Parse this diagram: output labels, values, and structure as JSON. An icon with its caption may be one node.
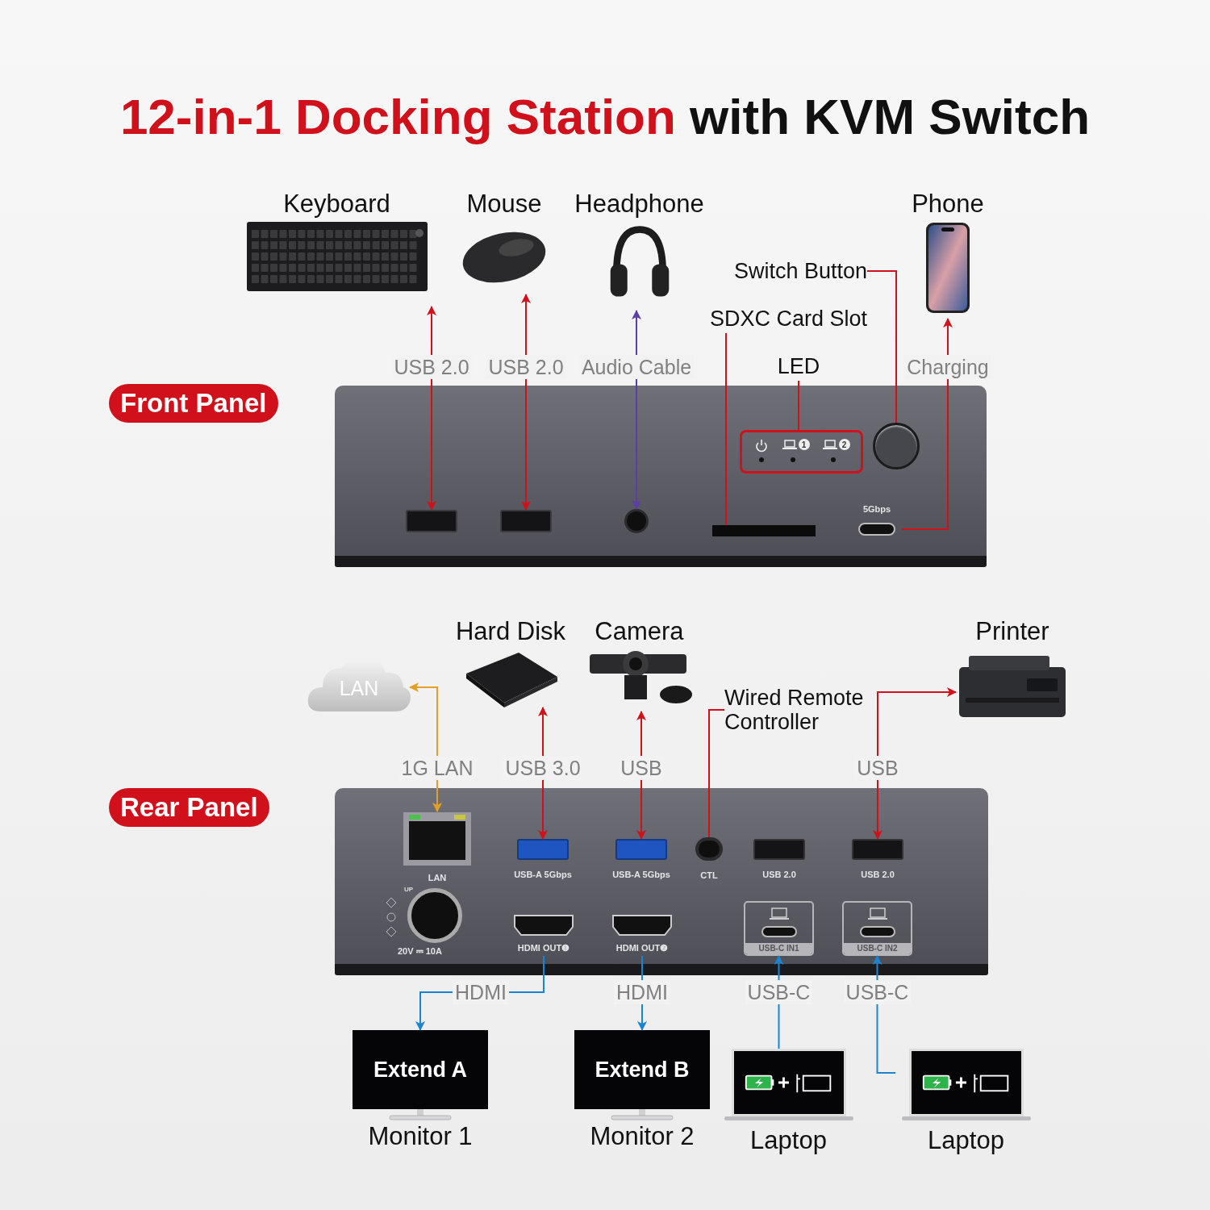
{
  "diagram": {
    "title": "**12-in-1 Docking Station** with KVM Switch",
    "nodes": [
      {
        "text": [],
        "shape": "box",
        "beside": [
          "Front Panel"
        ]
      },
      {
        "text": [
          "Keyboard"
        ]
      },
      {
        "text": [
          "Mouse"
        ]
      },
      {
        "text": [
          "Headphone"
        ]
      },
      {
        "text": [
          "Phone"
        ]
      },
      {
        "text": [
          "Switch Button"
        ]
      },
      {
        "text": [
          "SDXC Card Slot"
        ]
      },
      {
        "text": [
          "LED"
        ]
      },
      {
        "text": [],
        "shape": "box",
        "in": 0
      },
      {
        "text": [],
        "shape": "box",
        "in": 0
      },
      {
        "text": [],
        "shape": "circle",
        "in": 0
      },
      {
        "text": [],
        "shape": "bar",
        "in": 0
      },
      {
        "text": [
          "1",
          "2"
        ],
        "in": 0
      },
      {
        "text": [],
        "shape": "circle",
        "in": 0
      },
      {
        "text": [
          "5Gbps"
        ],
        "in": 0
      },
      {
        "text": [],
        "shape": "box",
        "beside": [
          "Rear Panel"
        ]
      },
      {
        "text": [
          "LAN"
        ]
      },
      {
        "text": [
          "Hard Disk"
        ]
      },
      {
        "text": [
          "Camera"
        ]
      },
      {
        "text": [
          "Wired Remote Controller"
        ]
      },
      {
        "text": [
          "Printer"
        ]
      },
      {
        "text": [
          "LAN"
        ],
        "in": 15
      },
      {
        "text": [
          "USB-A 5Gbps"
        ],
        "in": 15
      },
      {
        "text": [
          "USB-A 5Gbps"
        ],
        "in": 15
      },
      {
        "text": [
          "CTL"
        ],
        "in": 15
      },
      {
        "text": [
          "USB 2.0"
        ],
        "in": 15
      },
      {
        "text": [
          "USB 2.0"
        ],
        "in": 15
      },
      {
        "text": [
          "UP",
          "20V ⎓ 10A"
        ],
        "in": 15
      },
      {
        "text": [
          "HDMI OUT❶"
        ],
        "in": 15
      },
      {
        "text": [
          "HDMI OUT❷"
        ],
        "in": 15
      },
      {
        "text": [
          "USB-C IN1"
        ],
        "in": 15
      },
      {
        "text": [
          "USB-C IN2"
        ],
        "in": 15
      },
      {
        "text": [
          "Extend A",
          "Monitor 1"
        ]
      },
      {
        "text": [
          "Extend B",
          "Monitor 2"
        ]
      },
      {
        "text": [
          "Laptop"
        ]
      },
      {
        "text": [
          "Laptop"
        ]
      }
    ],
    "edges": [
      {
        "from": 1,
        "to": 8,
        "arrow": "both",
        "label": "USB 2.0"
      },
      {
        "from": 2,
        "to": 9,
        "arrow": "both",
        "label": "USB 2.0"
      },
      {
        "from": 3,
        "to": 10,
        "arrow": "both",
        "label": "Audio Cable",
        "color": "#5b3fa6"
      },
      {
        "from": 14,
        "to": 4,
        "arrow": "to",
        "label": "Charging"
      },
      {
        "from": 5,
        "to": 13,
        "arrow": "none"
      },
      {
        "from": 6,
        "to": 11,
        "arrow": "none"
      },
      {
        "from": 7,
        "to": 12,
        "arrow": "none"
      },
      {
        "from": 16,
        "to": 21,
        "arrow": "both",
        "label": "1G LAN",
        "color": "#e3a024"
      },
      {
        "from": 17,
        "to": 22,
        "arrow": "both",
        "label": "USB 3.0"
      },
      {
        "from": 18,
        "to": 23,
        "arrow": "both",
        "label": "USB"
      },
      {
        "from": 19,
        "to": 24,
        "arrow": "none"
      },
      {
        "from": 20,
        "to": 26,
        "arrow": "both",
        "label": "USB"
      },
      {
        "from": 28,
        "to": 32,
        "arrow": "to",
        "label": "HDMI",
        "color": "#1a84d2"
      },
      {
        "from": 29,
        "to": 33,
        "arrow": "to",
        "label": "HDMI",
        "color": "#1a84d2"
      },
      {
        "from": 34,
        "to": 30,
        "arrow": "to",
        "label": "USB-C",
        "color": "#1a84d2"
      },
      {
        "from": 35,
        "to": 31,
        "arrow": "to",
        "label": "USB-C",
        "color": "#1a84d2"
      }
    ]
  }
}
